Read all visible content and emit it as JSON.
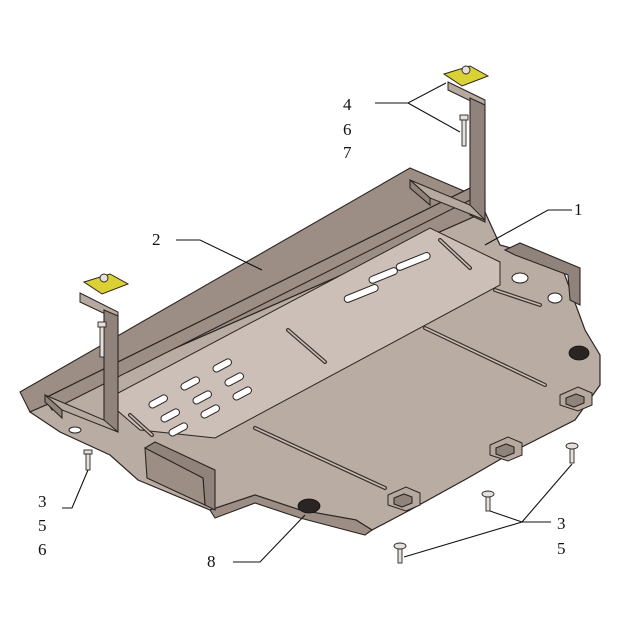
{
  "callouts": {
    "c1": "1",
    "c2": "2",
    "c4": "4",
    "c6a": "6",
    "c7": "7",
    "c3a": "3",
    "c5a": "5",
    "c6b": "6",
    "c3b": "3",
    "c5b": "5",
    "c8": "8"
  },
  "colors": {
    "plate": "#b9aca3",
    "nut": "#d9d232",
    "line": "#2b2522"
  }
}
